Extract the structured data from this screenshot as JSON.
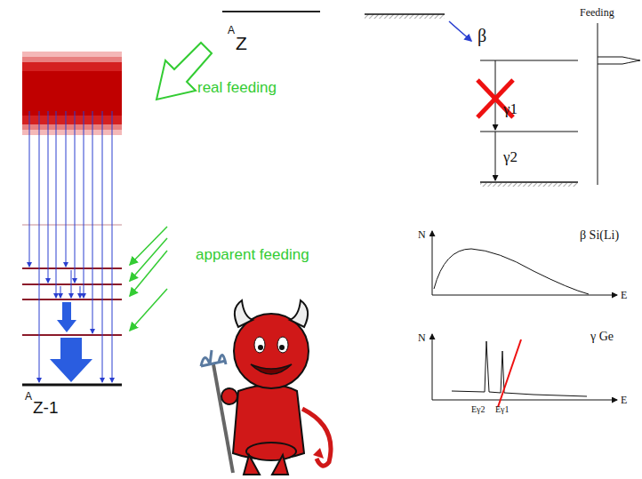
{
  "diagram": {
    "labels": [
      "A",
      "Z",
      "real feeding",
      "apparent feeding",
      "A",
      "Z-1",
      "β",
      "γ1",
      "γ2",
      "Feeding",
      "N",
      "β Si(Li)",
      "E",
      "N",
      "γ Ge",
      "E",
      "Eγ2",
      "Eγ1"
    ]
  }
}
